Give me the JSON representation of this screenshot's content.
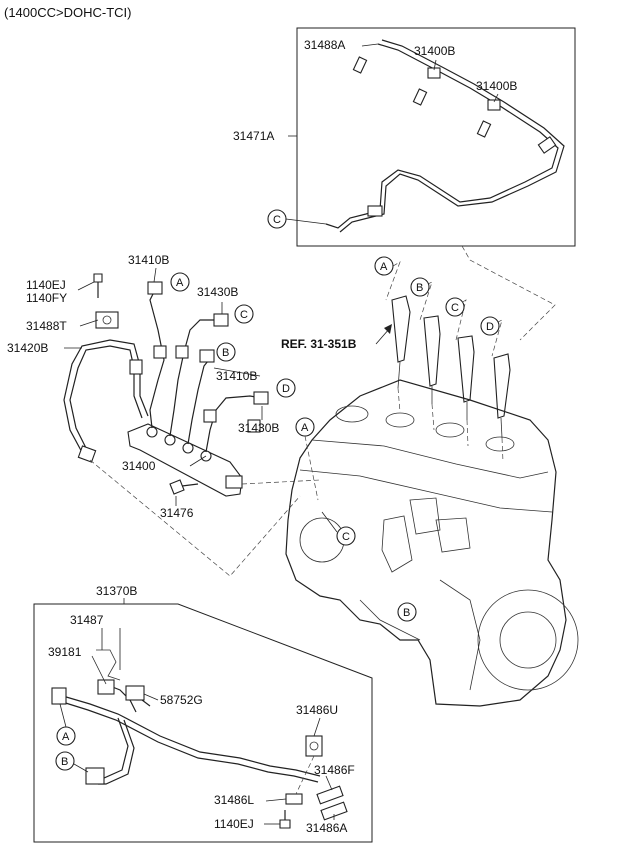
{
  "header": {
    "title": "(1400CC>DOHC-TCI)"
  },
  "labels": {
    "p31488A": "31488A",
    "p31400B_a": "31400B",
    "p31400B_b": "31400B",
    "p31471A": "31471A",
    "p31410B_a": "31410B",
    "p1140EJ_a": "1140EJ",
    "p1140FY": "1140FY",
    "p31430B_a": "31430B",
    "p31488T": "31488T",
    "p31420B": "31420B",
    "p31410B_b": "31410B",
    "p31430B_b": "31430B",
    "p31400": "31400",
    "p31476": "31476",
    "ref": "REF. 31-351B",
    "p31370B": "31370B",
    "p31487": "31487",
    "p39181": "39181",
    "p58752G": "58752G",
    "p31486U": "31486U",
    "p31486F": "31486F",
    "p31486L": "31486L",
    "p1140EJ_b": "1140EJ",
    "p31486A": "31486A"
  },
  "callouts": {
    "A": "A",
    "B": "B",
    "C": "C",
    "D": "D"
  },
  "colors": {
    "line": "#222222",
    "background": "#ffffff"
  }
}
